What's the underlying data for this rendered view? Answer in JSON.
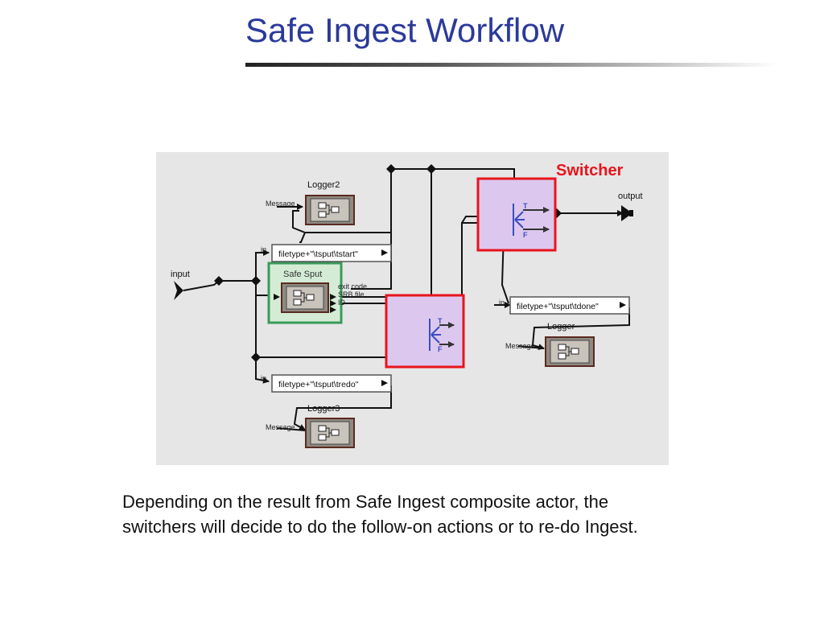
{
  "slide": {
    "title": "Safe Ingest Workflow",
    "caption_line1": "Depending on the result from Safe Ingest composite actor, the",
    "caption_line2": "switchers will decide to do the follow-on actions or to re-do Ingest."
  },
  "diagram": {
    "switcher_label": "Switcher",
    "input_label": "input",
    "output_label": "output",
    "safe_sput_label": "Safe Sput",
    "port_exit_code": "exit code",
    "port_srb_file": "SRB file",
    "port_id": "ID",
    "logger2_label": "Logger2",
    "logger_label": "Logger",
    "logger3_label": "Logger3",
    "message_label": "Message",
    "in_label": "in",
    "expr_tstart": "filetype+\"\\tsput\\tstart\"",
    "expr_tdone": "filetype+\"\\tsput\\tdone\"",
    "expr_tredo": "filetype+\"\\tsput\\tredo\"",
    "switch_true": "T",
    "switch_false": "F",
    "colors": {
      "switcher_highlight": "#e8141c",
      "safe_sput_highlight": "#3a9a5a",
      "switch_fill": "#dcc8ee",
      "wire": "#111111"
    }
  }
}
